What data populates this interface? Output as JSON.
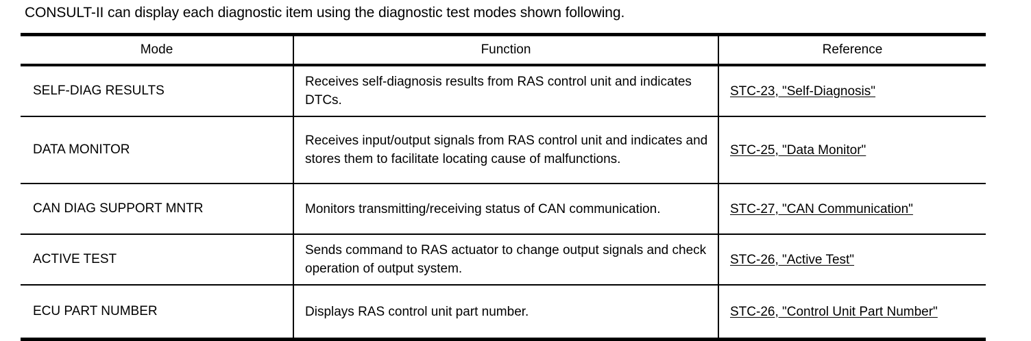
{
  "intro": {
    "text": "CONSULT-II can display each diagnostic item using the diagnostic test modes shown following."
  },
  "table": {
    "headers": {
      "mode": "Mode",
      "function": "Function",
      "reference": "Reference"
    },
    "rows": [
      {
        "mode": "SELF-DIAG RESULTS",
        "function": "Receives self-diagnosis results from RAS control unit and indicates DTCs.",
        "reference": "STC-23, \"Self-Diagnosis\""
      },
      {
        "mode": "DATA MONITOR",
        "function": "Receives input/output signals from RAS control unit and indicates and stores them to facilitate locating cause of malfunctions.",
        "reference": "STC-25, \"Data Monitor\""
      },
      {
        "mode": "CAN DIAG SUPPORT MNTR",
        "function": "Monitors transmitting/receiving status of CAN communication.",
        "reference": "STC-27, \"CAN Communication\""
      },
      {
        "mode": "ACTIVE TEST",
        "function": "Sends command to RAS actuator to change output signals and check operation of output system.",
        "reference": "STC-26, \"Active Test\""
      },
      {
        "mode": "ECU PART NUMBER",
        "function": "Displays RAS control unit part number.",
        "reference": "STC-26, \"Control Unit Part Number\""
      }
    ]
  },
  "colors": {
    "text": "#000000",
    "background": "#ffffff",
    "rule": "#000000"
  }
}
